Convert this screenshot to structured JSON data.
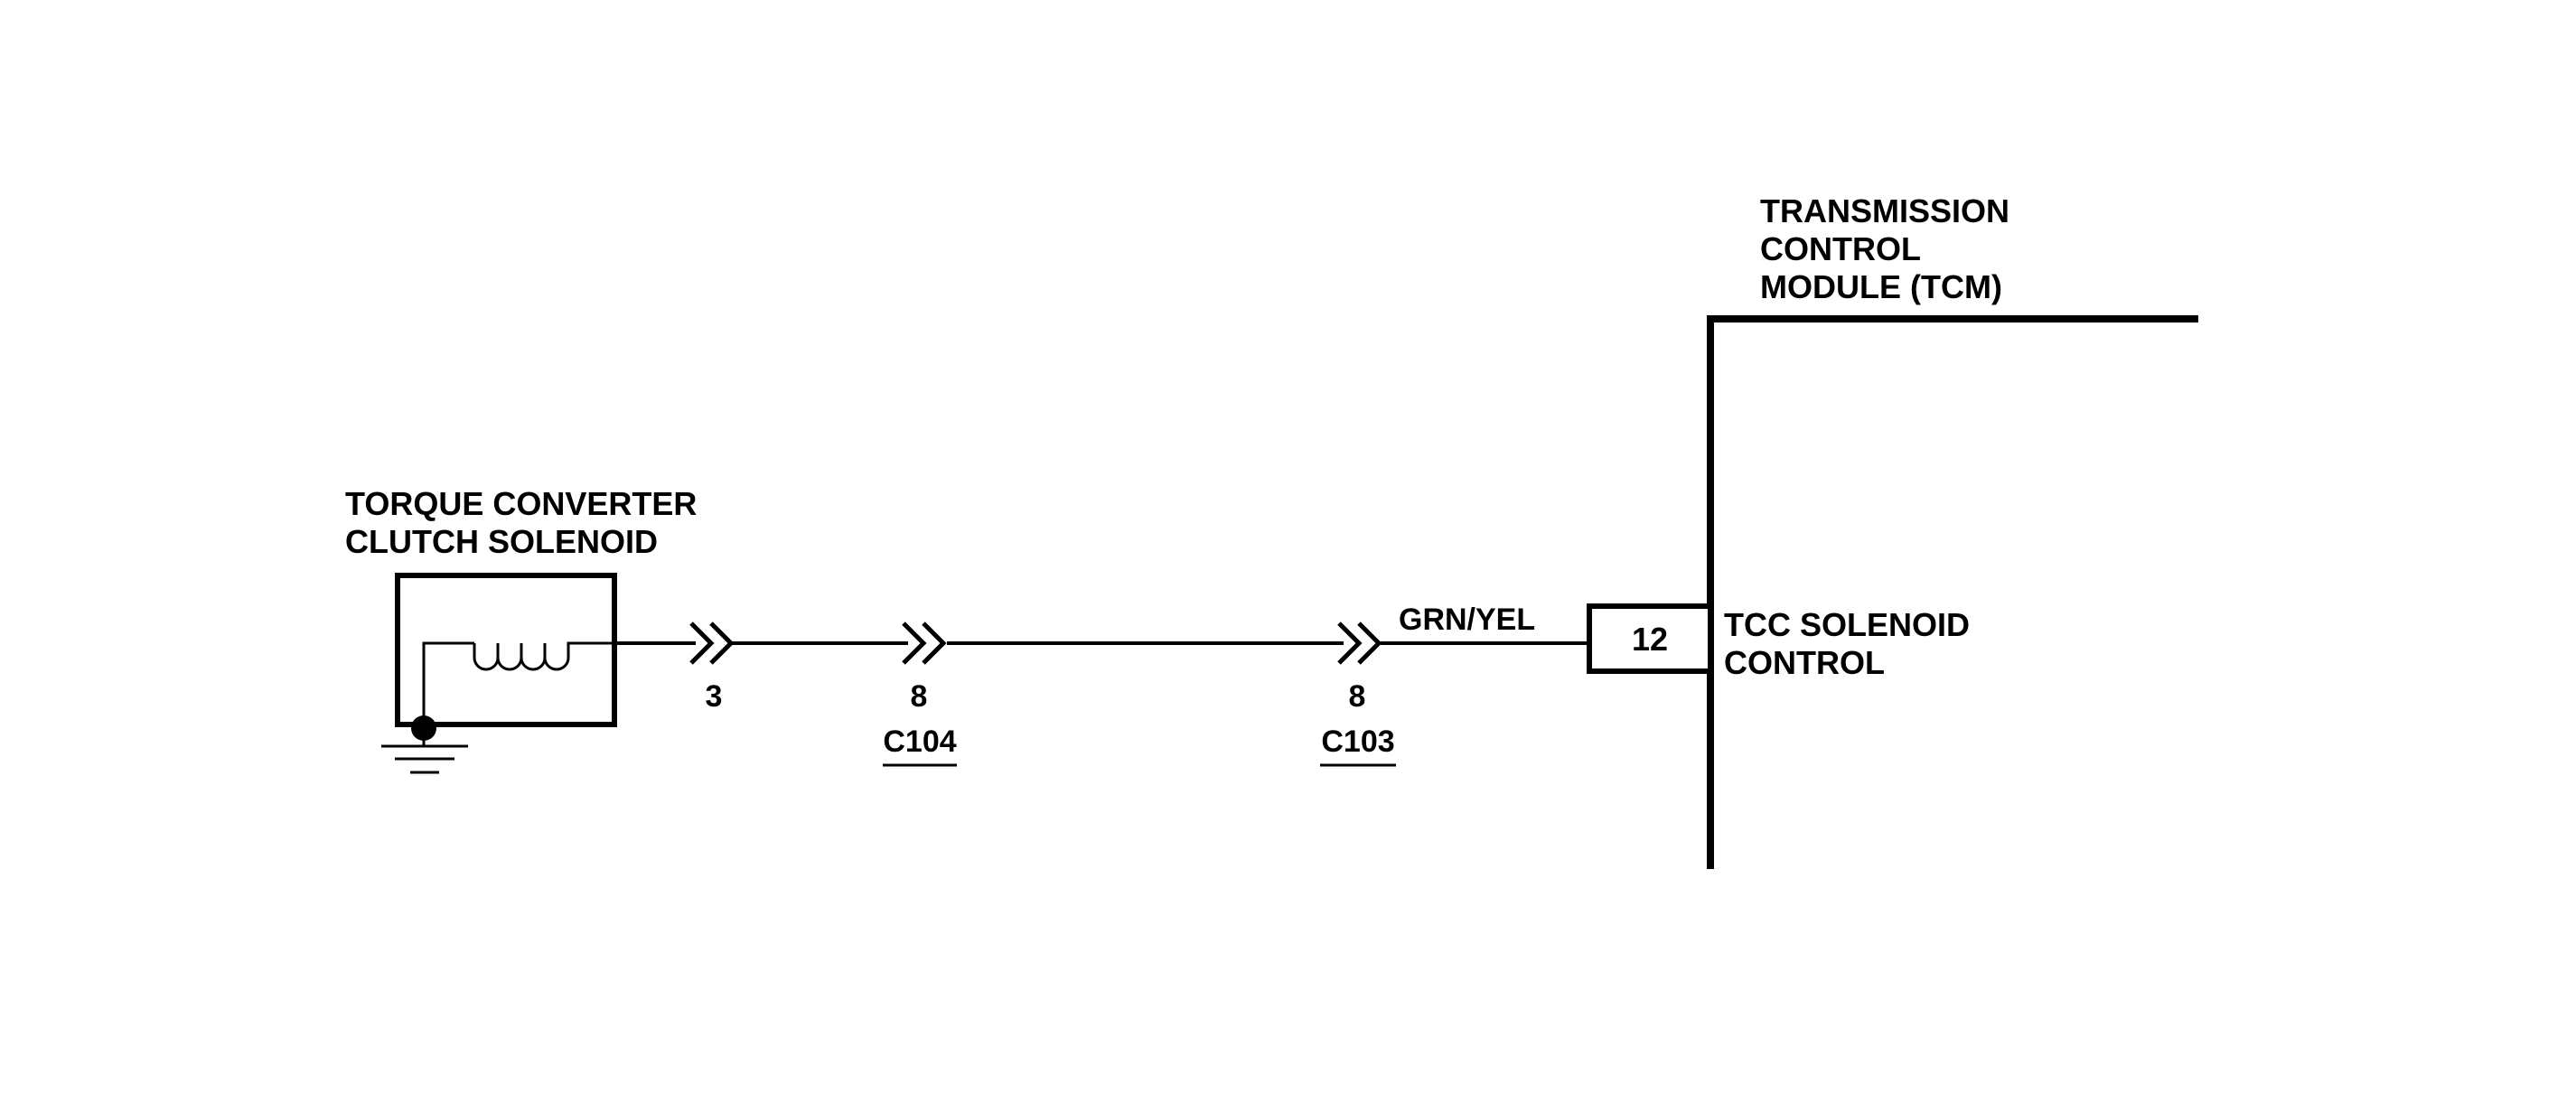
{
  "diagram": {
    "solenoid": {
      "line1": "TORQUE CONVERTER",
      "line2": "CLUTCH SOLENOID"
    },
    "tcm": {
      "line1": "TRANSMISSION",
      "line2": "CONTROL",
      "line3": "MODULE (TCM)"
    },
    "connectors": [
      {
        "pin": "3",
        "name": ""
      },
      {
        "pin": "8",
        "name": "C104"
      },
      {
        "pin": "8",
        "name": "C103"
      }
    ],
    "wire_color": "GRN/YEL",
    "tcm_pin": "12",
    "tcm_circuit": {
      "line1": "TCC SOLENOID",
      "line2": "CONTROL"
    }
  },
  "colors": {
    "line": "#000000",
    "background": "#ffffff"
  }
}
